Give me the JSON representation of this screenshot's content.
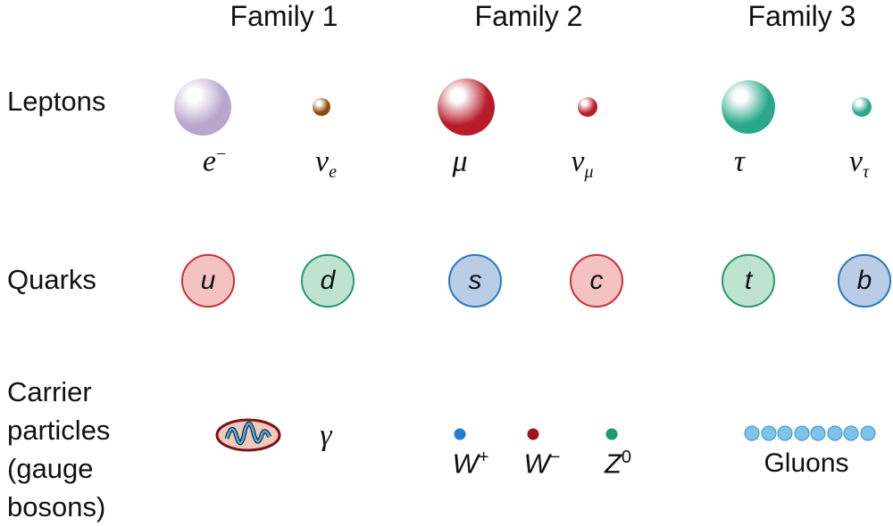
{
  "families": [
    "Family 1",
    "Family 2",
    "Family 3"
  ],
  "rows": {
    "leptons": "Leptons",
    "quarks": "Quarks",
    "carrier": [
      "Carrier",
      "particles",
      "(gauge",
      "bosons)"
    ]
  },
  "leptons": [
    {
      "base": "e",
      "sup": "−",
      "sub": "",
      "color": "#b9a6cc"
    },
    {
      "base": "ν",
      "sup": "",
      "sub": "e",
      "color": "#8a4c0c"
    },
    {
      "base": "μ",
      "sup": "",
      "sub": "",
      "color": "#b81c2a"
    },
    {
      "base": "ν",
      "sup": "",
      "sub": "μ",
      "color": "#b81c2a"
    },
    {
      "base": "τ",
      "sup": "",
      "sub": "",
      "color": "#2aa88a"
    },
    {
      "base": "ν",
      "sup": "",
      "sub": "τ",
      "color": "#2aa88a"
    }
  ],
  "quarks": [
    {
      "label": "u",
      "fill": "#f4c3c1",
      "stroke": "#c8323a"
    },
    {
      "label": "d",
      "fill": "#bfe3cf",
      "stroke": "#2a9a6a"
    },
    {
      "label": "s",
      "fill": "#b9cde6",
      "stroke": "#2a78c0"
    },
    {
      "label": "c",
      "fill": "#f4c3c1",
      "stroke": "#c8323a"
    },
    {
      "label": "t",
      "fill": "#bfe3cf",
      "stroke": "#2a9a6a"
    },
    {
      "label": "b",
      "fill": "#b9cde6",
      "stroke": "#2a78c0"
    }
  ],
  "bosons": {
    "photon": "γ",
    "wplus": {
      "base": "W",
      "sup": "+"
    },
    "wminus": {
      "base": "W",
      "sup": "−"
    },
    "z": {
      "base": "Z",
      "sup": "0"
    },
    "gluons": "Gluons"
  }
}
